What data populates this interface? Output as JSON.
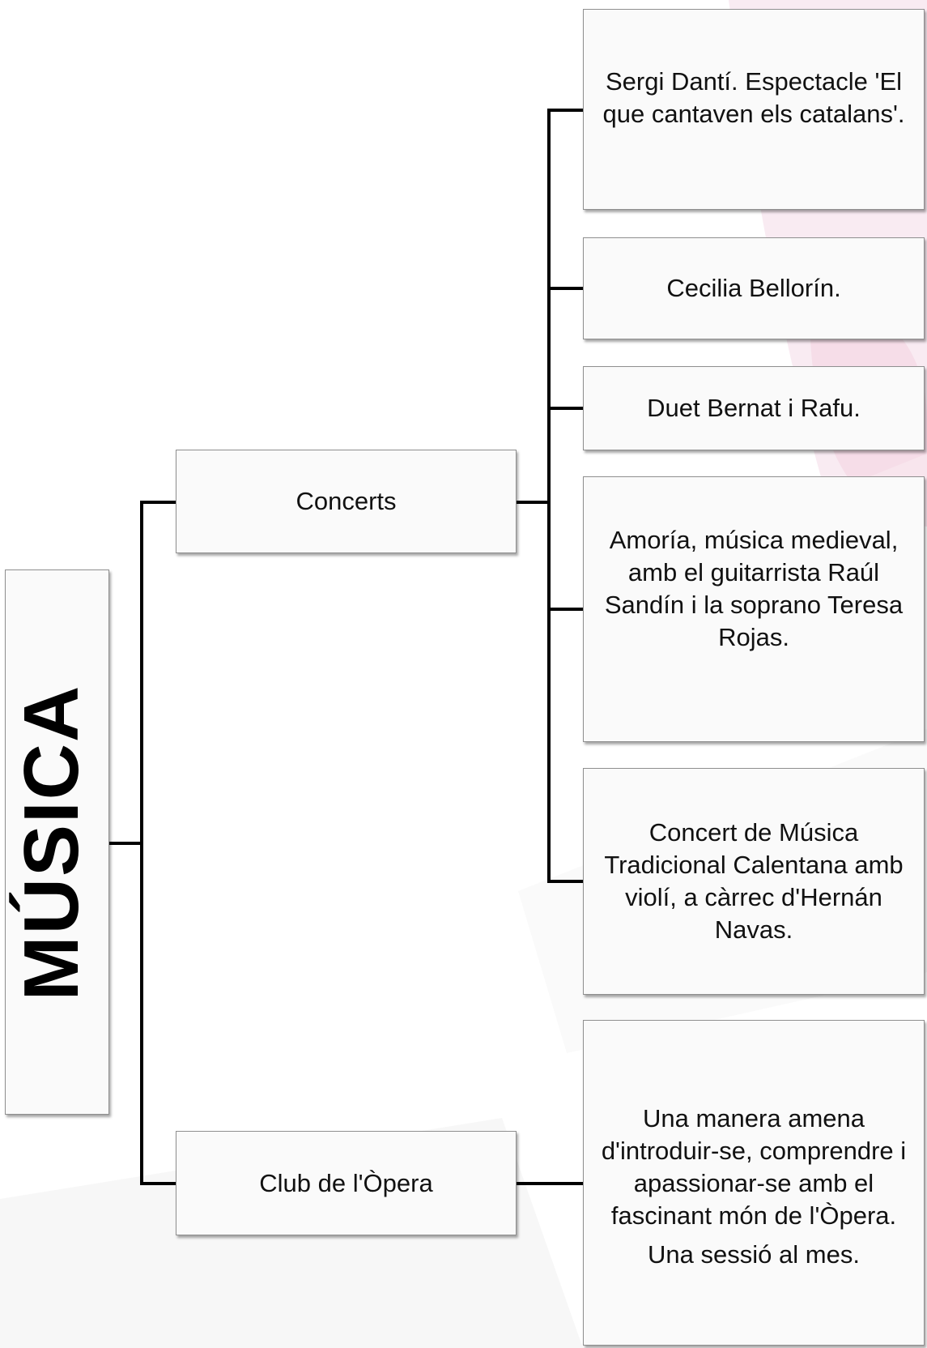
{
  "root": {
    "label": "MÚSICA"
  },
  "branches": [
    {
      "label": "Concerts",
      "items": [
        {
          "lines": [
            "Sergi Dantí. Espectacle 'El que cantaven els catalans'."
          ]
        },
        {
          "lines": [
            "Cecilia Bellorín."
          ]
        },
        {
          "lines": [
            "Duet Bernat i Rafu."
          ]
        },
        {
          "lines": [
            "Amoría, música medieval, amb el guitarrista Raúl Sandín i la soprano Teresa Rojas."
          ]
        },
        {
          "lines": [
            "Concert de Música Tradicional Calentana amb violí, a càrrec d'Hernán Navas."
          ]
        }
      ]
    },
    {
      "label": "Club de l'Òpera",
      "items": [
        {
          "lines": [
            "Una manera amena d'introduir-se, comprendre i apassionar-se amb el fascinant món de l'Òpera.",
            "Una sessió al mes."
          ]
        }
      ]
    }
  ],
  "colors": {
    "line": "#000000",
    "box_fill": "#fafafa",
    "box_border": "#8f8f8f",
    "watermark": "#f5dbe6"
  }
}
